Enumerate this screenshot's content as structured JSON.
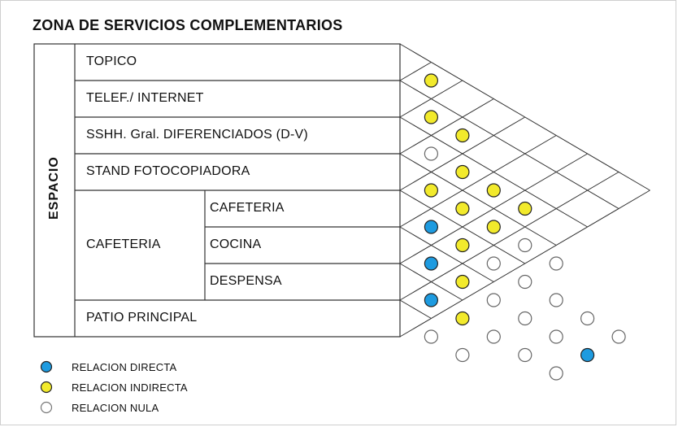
{
  "title": "ZONA DE SERVICIOS COMPLEMENTARIOS",
  "side_label": "ESPACIO",
  "rows": [
    {
      "label": "TOPICO"
    },
    {
      "label": "TELEF./ INTERNET"
    },
    {
      "label": "SSHH. Gral. DIFERENCIADOS (D-V)"
    },
    {
      "label": "STAND FOTOCOPIADORA"
    },
    {
      "group": "CAFETERIA",
      "label": "CAFETERIA"
    },
    {
      "group": "CAFETERIA",
      "label": "COCINA"
    },
    {
      "group": "CAFETERIA",
      "label": "DESPENSA"
    },
    {
      "label": "PATIO PRINCIPAL"
    }
  ],
  "group_label": "CAFETERIA",
  "relations": [
    [
      "indirecta"
    ],
    [
      "indirecta",
      "indirecta"
    ],
    [
      "nula",
      "indirecta",
      "indirecta",
      "indirecta"
    ],
    [
      "indirecta",
      "indirecta",
      "indirecta",
      "nula",
      "nula"
    ],
    [
      "directa",
      "indirecta",
      "nula",
      "nula",
      "nula",
      "nula",
      "nula"
    ],
    [
      "directa",
      "indirecta",
      "nula",
      "nula",
      "nula",
      "directa"
    ],
    [
      "directa",
      "indirecta",
      "nula",
      "nula",
      "nula"
    ],
    [
      "nula",
      "nula"
    ]
  ],
  "legend": [
    {
      "key": "directa",
      "label": "RELACION DIRECTA",
      "color": "#1e9be0"
    },
    {
      "key": "indirecta",
      "label": "RELACION INDIRECTA",
      "color": "#f2ea2c"
    },
    {
      "key": "nula",
      "label": "RELACION NULA",
      "color": "#ffffff"
    }
  ]
}
